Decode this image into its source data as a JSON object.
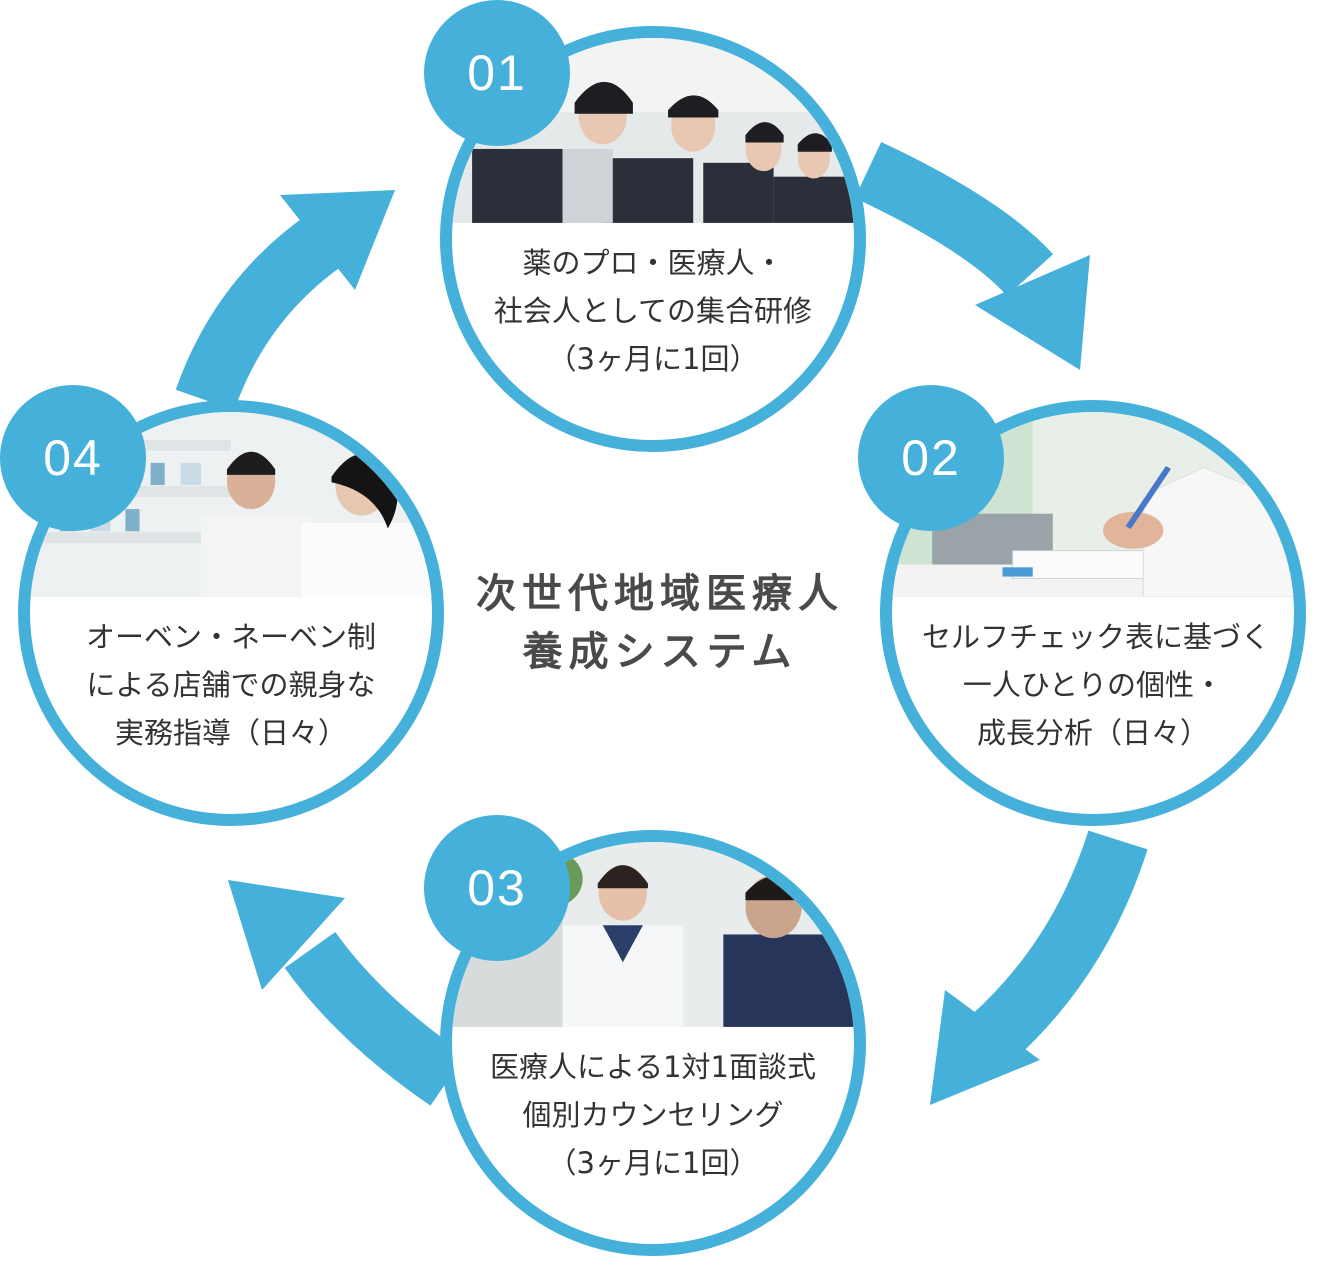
{
  "center_title": {
    "line1": "次世代地域医療人",
    "line2": "養成システム"
  },
  "colors": {
    "accent": "#45b0d9",
    "text": "#333333",
    "title": "#4a4a4a"
  },
  "steps": [
    {
      "number": "01",
      "photo": "group-of-trainees-photo",
      "lines": [
        "薬のプロ・医療人・",
        "社会人としての集合研修",
        "（3ヶ月に1回）"
      ]
    },
    {
      "number": "02",
      "photo": "doctor-writing-checklist-photo",
      "lines": [
        "セルフチェック表に基づく",
        "一人ひとりの個性・",
        "成長分析（日々）"
      ]
    },
    {
      "number": "03",
      "photo": "one-on-one-counseling-photo",
      "lines": [
        "医療人による1対1面談式",
        "個別カウンセリング",
        "（3ヶ月に1回）"
      ]
    },
    {
      "number": "04",
      "photo": "pharmacy-training-photo",
      "lines": [
        "オーベン・ネーベン制",
        "による店舗での親身な",
        "実務指導（日々）"
      ]
    }
  ]
}
